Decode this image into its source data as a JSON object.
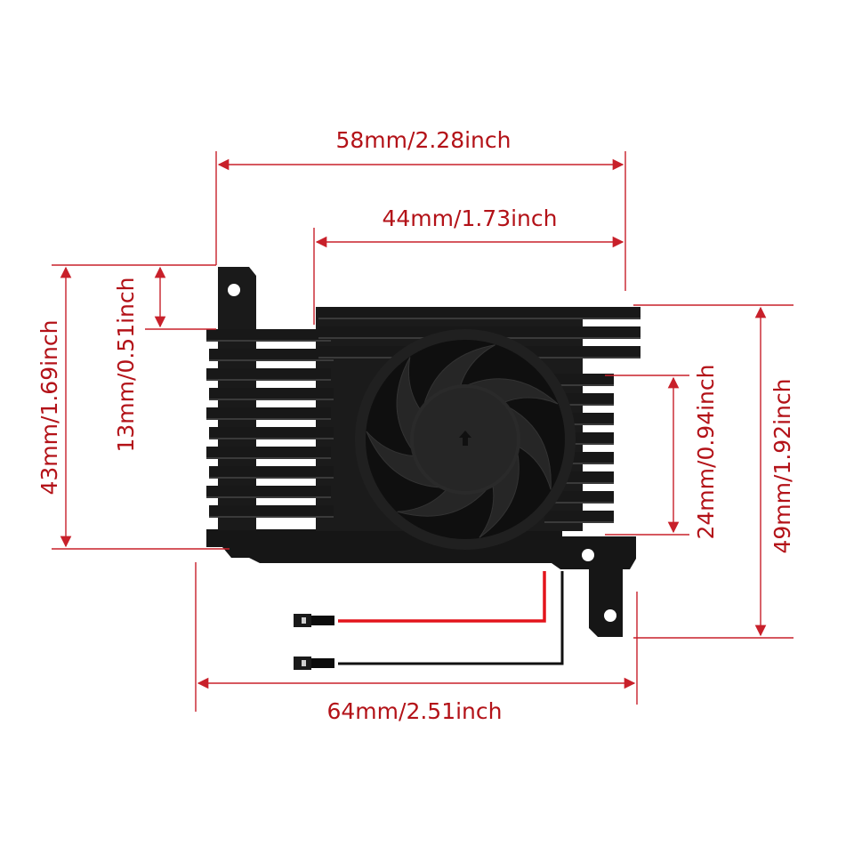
{
  "dimensions": {
    "top_overall": "58mm/2.28inch",
    "top_fan_section": "44mm/1.73inch",
    "left_height": "43mm/1.69inch",
    "left_tab": "13mm/0.51inch",
    "right_inner": "24mm/0.94inch",
    "right_overall": "49mm/1.92inch",
    "bottom_overall": "64mm/2.51inch"
  },
  "colors": {
    "dimension": "#c8202a",
    "heatsink": "#151515",
    "fan": "#222222",
    "wire_red": "#e3141b",
    "wire_black": "#111111"
  }
}
